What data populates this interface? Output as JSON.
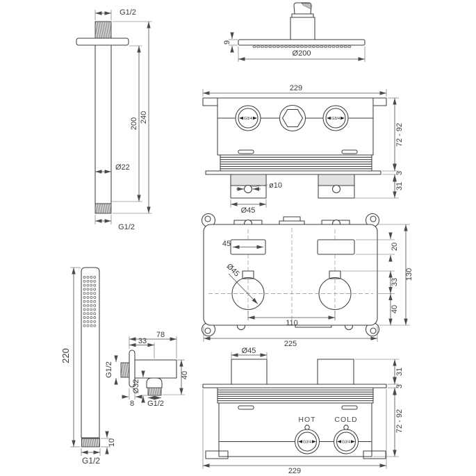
{
  "drawing": {
    "type": "shower-set-dimensional-drawing",
    "line_color": "#3e3e3e",
    "dim_color": "#4a4a4a",
    "views": {
      "ceiling_arm": {
        "top_thread": "G1/2",
        "total_length": "240",
        "exposed_length": "200",
        "tube_diameter": "Ø22",
        "bottom_thread": "G1/2"
      },
      "head_shower": {
        "disc_thickness": "9",
        "head_diameter": "Ø200"
      },
      "valve_front": {
        "width": "229",
        "install_depth": "72 - 92",
        "plate_thickness": "3",
        "spindle_length": "31",
        "pin_diameter": "ø10",
        "spindle_diameter": "Ø45",
        "left_inlet": "G3/4",
        "right_inlet": "G3/4"
      },
      "valve_plan": {
        "slot_length": "45",
        "slot_width": "20",
        "spindle_offset": "33",
        "center_to_edge": "40",
        "height": "130",
        "spindle_spacing": "110",
        "width": "225",
        "spindle_diameter": "Ø45"
      },
      "valve_bottom": {
        "spindle_diameter": "Ø45",
        "spindle_length": "31",
        "plate_thickness": "3",
        "install_depth": "72 - 92",
        "width": "229",
        "hot_label": "HOT",
        "cold_label": "COLD",
        "hot_inlet": "G3/4",
        "cold_inlet": "G3/4"
      },
      "hand_shower": {
        "length": "220",
        "thread_length": "10",
        "thread_label": "G1/2"
      },
      "wall_outlet": {
        "total_depth": "78",
        "outlet_offset": "33",
        "inlet_thread": "G1/2",
        "rosette_diameter": "Ø32",
        "height": "40",
        "rosette_thickness": "8",
        "outlet_thread": "G1/2"
      }
    }
  }
}
